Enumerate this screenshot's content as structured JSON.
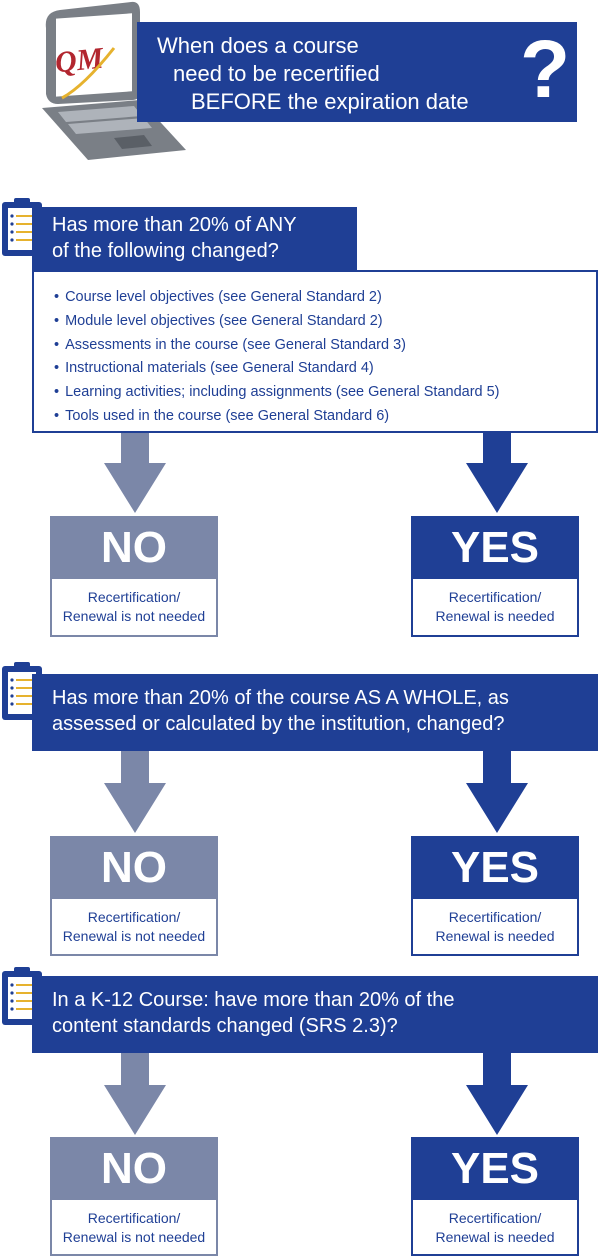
{
  "header": {
    "logo_text": "QM",
    "title_lines": [
      "When does a course",
      "need to be recertified",
      "BEFORE the expiration date"
    ],
    "question_mark": "?"
  },
  "colors": {
    "navy": "#1f3f95",
    "grey": "#7b87a8",
    "laptop": "#7a7f86"
  },
  "questions": [
    {
      "lines": [
        "Has more than 20% of ANY",
        "of the following changed?"
      ],
      "items": [
        "Course level objectives (see General Standard 2)",
        "Module level objectives (see General Standard 2)",
        "Assessments in the course (see General Standard 3)",
        "Instructional materials (see General Standard 4)",
        "Learning activities; including assignments (see General Standard 5)",
        "Tools used in the course (see General Standard 6)"
      ],
      "no": {
        "label": "NO",
        "lines": [
          "Recertification/",
          "Renewal is not needed"
        ]
      },
      "yes": {
        "label": "YES",
        "lines": [
          "Recertification/",
          "Renewal is needed"
        ]
      }
    },
    {
      "lines": [
        "Has more than 20% of the course AS A WHOLE, as",
        "assessed or calculated by the institution, changed?"
      ],
      "no": {
        "label": "NO",
        "lines": [
          "Recertification/",
          "Renewal is not needed"
        ]
      },
      "yes": {
        "label": "YES",
        "lines": [
          "Recertification/",
          "Renewal is needed"
        ]
      }
    },
    {
      "lines": [
        "In a K-12 Course: have more than 20% of the",
        "content standards changed (SRS 2.3)?"
      ],
      "no": {
        "label": "NO",
        "lines": [
          "Recertification/",
          "Renewal is not needed"
        ]
      },
      "yes": {
        "label": "YES",
        "lines": [
          "Recertification/",
          "Renewal is needed"
        ]
      }
    }
  ]
}
